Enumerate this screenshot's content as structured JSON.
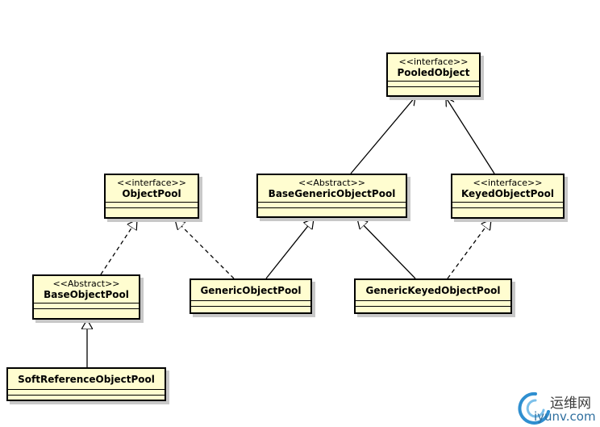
{
  "classes": {
    "pooled_object": {
      "stereotype": "<<interface>>",
      "name": "PooledObject"
    },
    "object_pool": {
      "stereotype": "<<interface>>",
      "name": "ObjectPool"
    },
    "base_generic_object_pool": {
      "stereotype": "<<Abstract>>",
      "name": "BaseGenericObjectPool"
    },
    "keyed_object_pool": {
      "stereotype": "<<interface>>",
      "name": "KeyedObjectPool"
    },
    "base_object_pool": {
      "stereotype": "<<Abstract>>",
      "name": "BaseObjectPool"
    },
    "generic_object_pool": {
      "name": "GenericObjectPool"
    },
    "generic_keyed_object_pool": {
      "name": "GenericKeyedObjectPool"
    },
    "soft_reference_object_pool": {
      "name": "SoftReferenceObjectPool"
    }
  },
  "relations": [
    {
      "from": "BaseGenericObjectPool",
      "to": "PooledObject",
      "type": "association"
    },
    {
      "from": "KeyedObjectPool",
      "to": "PooledObject",
      "type": "association"
    },
    {
      "from": "BaseObjectPool",
      "to": "ObjectPool",
      "type": "realization"
    },
    {
      "from": "GenericObjectPool",
      "to": "ObjectPool",
      "type": "realization"
    },
    {
      "from": "GenericObjectPool",
      "to": "BaseGenericObjectPool",
      "type": "generalization"
    },
    {
      "from": "GenericKeyedObjectPool",
      "to": "BaseGenericObjectPool",
      "type": "generalization"
    },
    {
      "from": "GenericKeyedObjectPool",
      "to": "KeyedObjectPool",
      "type": "realization"
    },
    {
      "from": "SoftReferenceObjectPool",
      "to": "BaseObjectPool",
      "type": "generalization"
    }
  ],
  "watermark": {
    "chinese": "运维网",
    "url": "iyunv.com",
    "color": "#2f8fd0"
  }
}
